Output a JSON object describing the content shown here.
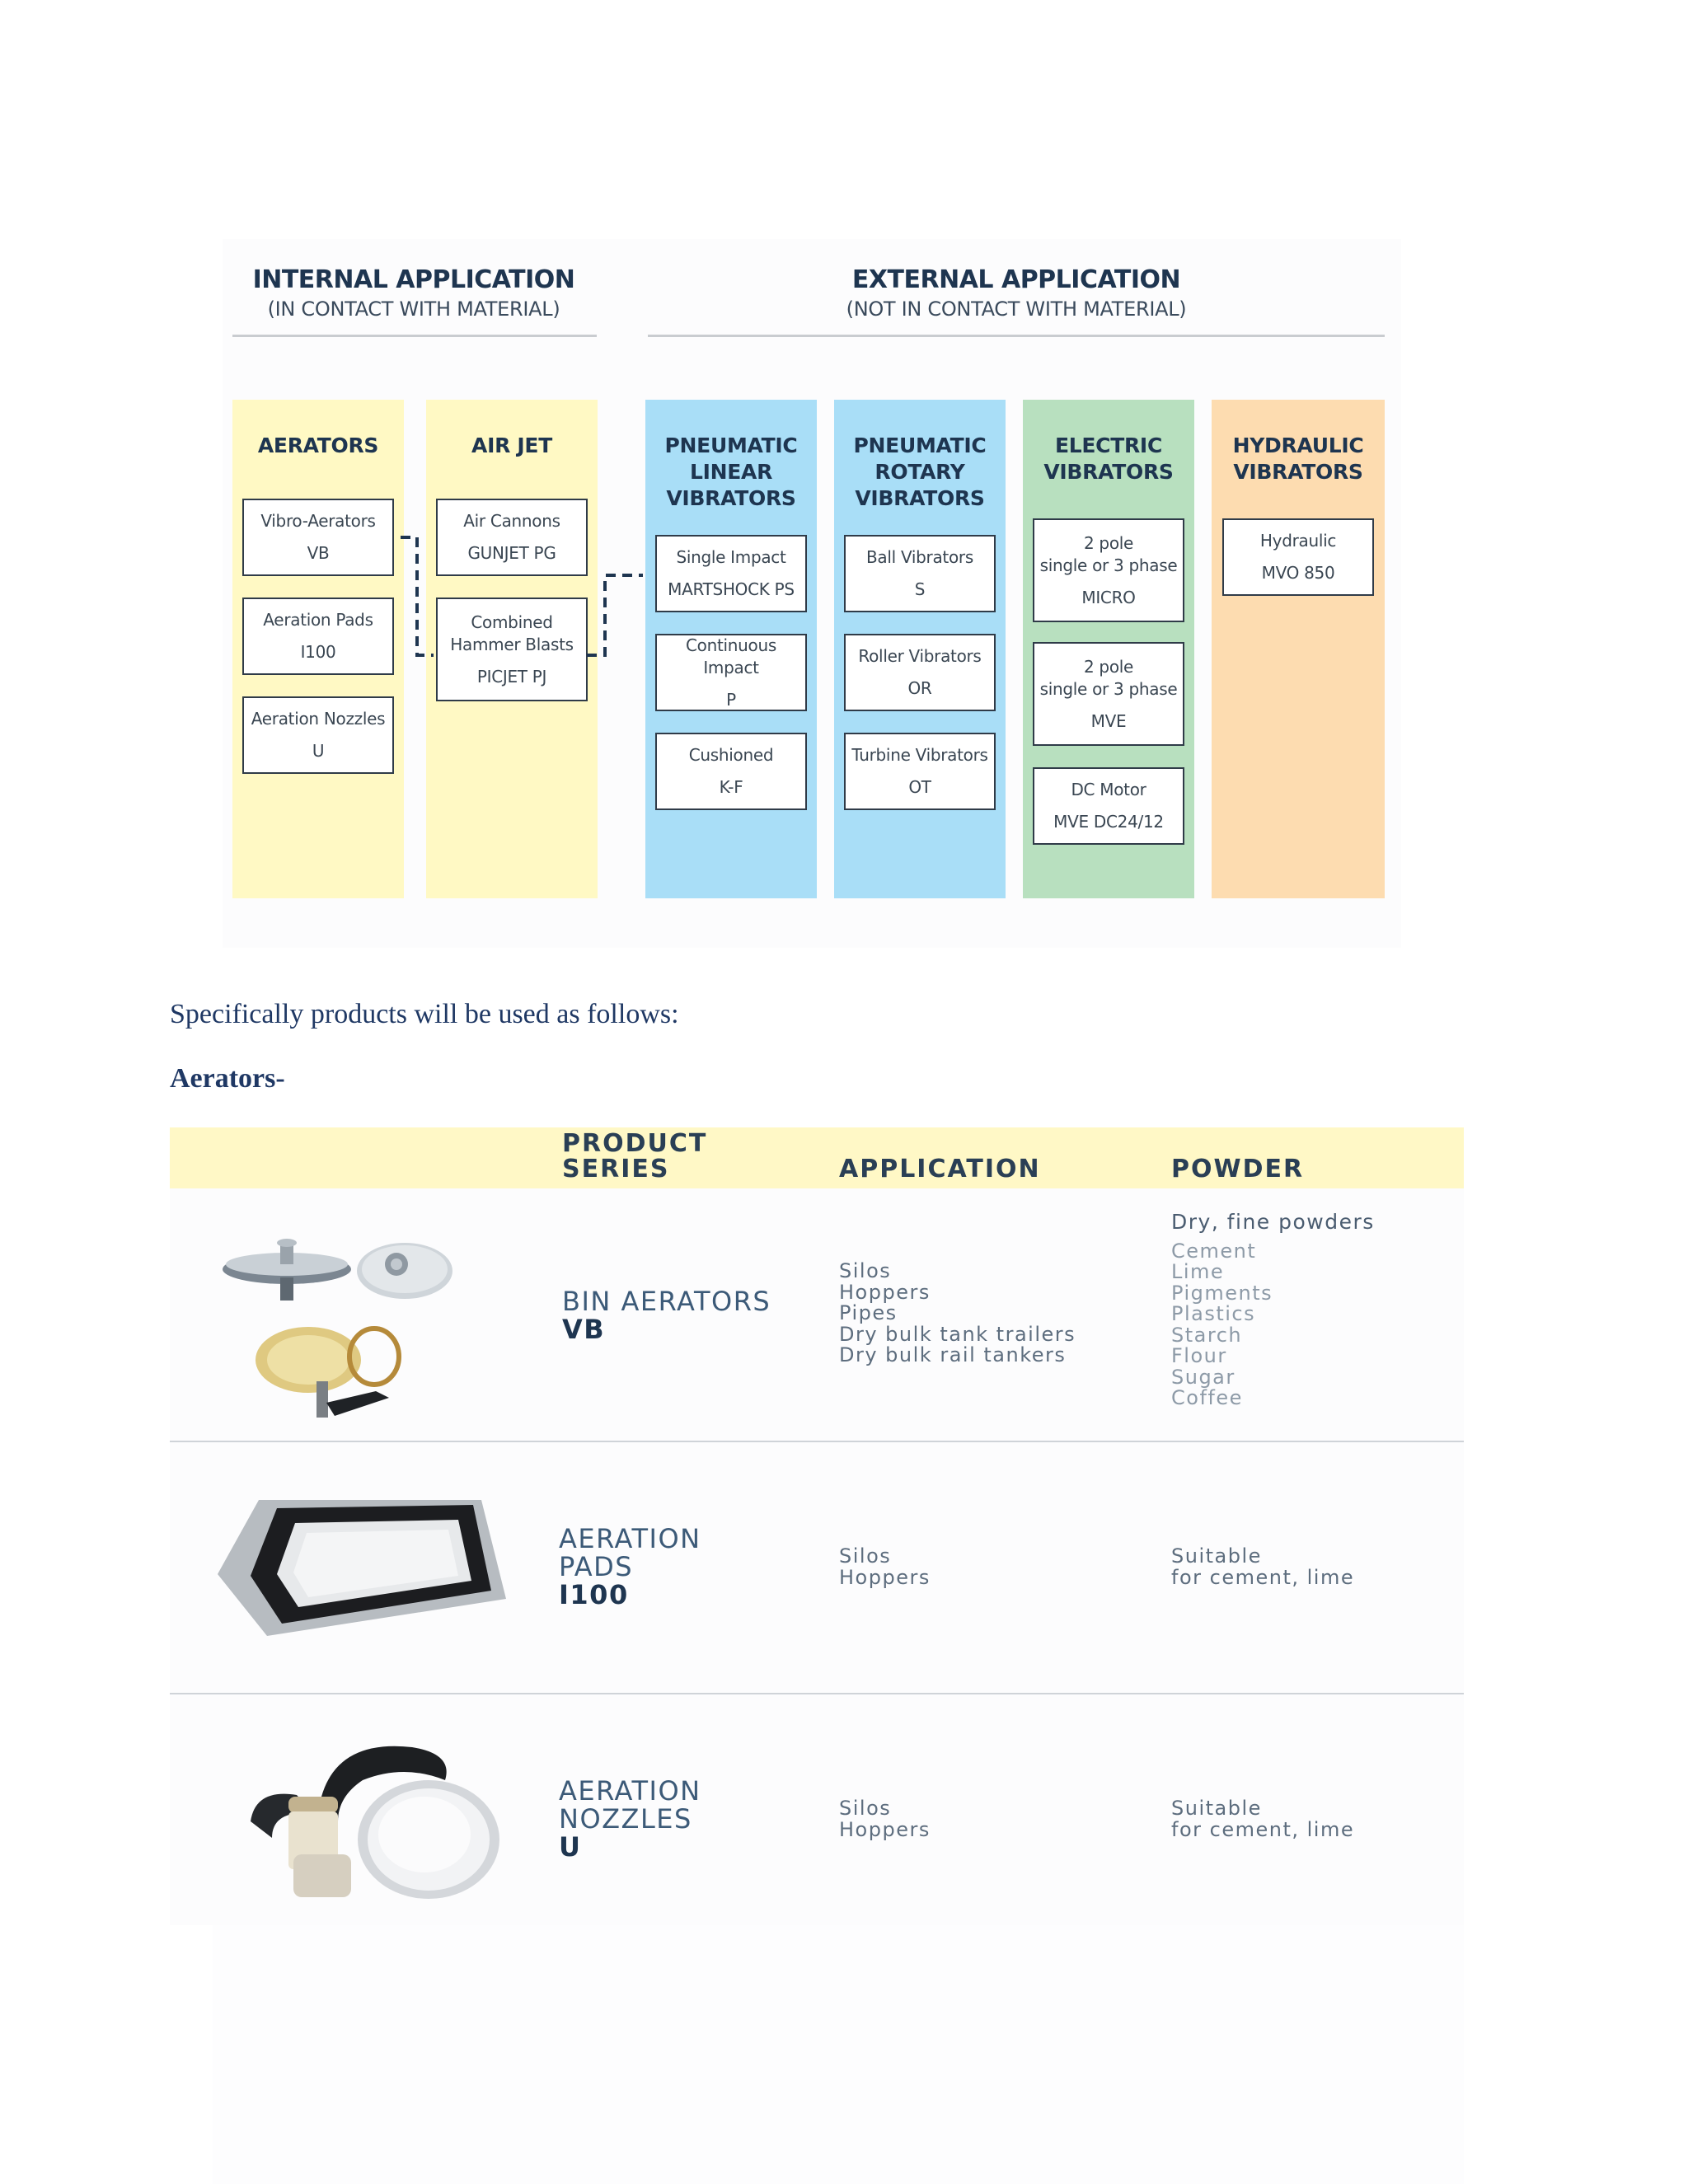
{
  "diagram": {
    "internal": {
      "title": "INTERNAL APPLICATION",
      "subtitle": "(IN CONTACT WITH MATERIAL)"
    },
    "external": {
      "title": "EXTERNAL APPLICATION",
      "subtitle": "(NOT IN CONTACT WITH MATERIAL)"
    },
    "columns": [
      {
        "title": [
          "AERATORS"
        ],
        "color": "#fff9c4",
        "items": [
          {
            "lines": [
              "Vibro-Aerators"
            ],
            "code": "VB"
          },
          {
            "lines": [
              "Aeration Pads"
            ],
            "code": "I100"
          },
          {
            "lines": [
              "Aeration Nozzles"
            ],
            "code": "U"
          }
        ]
      },
      {
        "title": [
          "AIR JET"
        ],
        "color": "#fff9c4",
        "items": [
          {
            "lines": [
              "Air Cannons"
            ],
            "code": "GUNJET PG"
          },
          {
            "lines": [
              "Combined",
              "Hammer Blasts"
            ],
            "code": "PICJET PJ"
          }
        ]
      },
      {
        "title": [
          "PNEUMATIC",
          "LINEAR",
          "VIBRATORS"
        ],
        "color": "#a9def7",
        "items": [
          {
            "lines": [
              "Single Impact"
            ],
            "code": "MARTSHOCK PS"
          },
          {
            "lines": [
              "Continuous Impact"
            ],
            "code": "P"
          },
          {
            "lines": [
              "Cushioned"
            ],
            "code": "K-F"
          }
        ]
      },
      {
        "title": [
          "PNEUMATIC",
          "ROTARY",
          "VIBRATORS"
        ],
        "color": "#a9def7",
        "items": [
          {
            "lines": [
              "Ball Vibrators"
            ],
            "code": "S"
          },
          {
            "lines": [
              "Roller Vibrators"
            ],
            "code": "OR"
          },
          {
            "lines": [
              "Turbine Vibrators"
            ],
            "code": "OT"
          }
        ]
      },
      {
        "title": [
          "ELECTRIC",
          "VIBRATORS"
        ],
        "color": "#b8e0bf",
        "items": [
          {
            "lines": [
              "2 pole",
              "single or 3 phase"
            ],
            "code": "MICRO"
          },
          {
            "lines": [
              "2 pole",
              "single or 3 phase"
            ],
            "code": "MVE"
          },
          {
            "lines": [
              "DC Motor"
            ],
            "code": "MVE DC24/12"
          }
        ]
      },
      {
        "title": [
          "HYDRAULIC",
          "VIBRATORS"
        ],
        "color": "#fddcb0",
        "items": [
          {
            "lines": [
              "Hydraulic"
            ],
            "code": "MVO 850"
          }
        ]
      }
    ]
  },
  "intro_text": "Specifically products will be used as follows:",
  "section_heading": "Aerators-",
  "table": {
    "headers": {
      "series": [
        "PRODUCT",
        "SERIES"
      ],
      "application": "APPLICATION",
      "powder": "POWDER"
    },
    "rows": [
      {
        "name_lines": [
          "BIN AERATORS"
        ],
        "code": "VB",
        "image": "bin-aerators-photo",
        "application": [
          "Silos",
          "Hoppers",
          "Pipes",
          "Dry bulk tank trailers",
          "Dry bulk rail tankers"
        ],
        "powder_title": "Dry, fine powders",
        "powder": [
          "Cement",
          "Lime",
          "Pigments",
          "Plastics",
          "Starch",
          "Flour",
          "Sugar",
          "Coffee"
        ]
      },
      {
        "name_lines": [
          "AERATION",
          "PADS"
        ],
        "code": "I100",
        "image": "aeration-pad-photo",
        "application": [
          "Silos",
          "Hoppers"
        ],
        "powder": [
          "Suitable",
          "for cement, lime"
        ]
      },
      {
        "name_lines": [
          "AERATION",
          "NOZZLES"
        ],
        "code": "U",
        "image": "aeration-nozzle-photo",
        "application": [
          "Silos",
          "Hoppers"
        ],
        "powder": [
          "Suitable",
          "for cement, lime"
        ]
      }
    ]
  }
}
